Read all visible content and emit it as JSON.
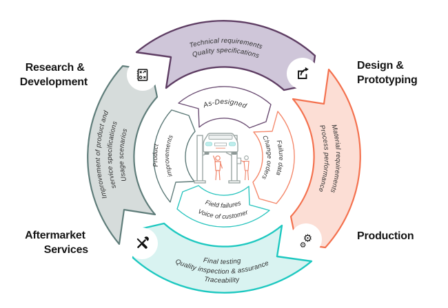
{
  "diagram_type": "closed-loop product lifecycle cycle",
  "stages": [
    {
      "name": [
        "Research &",
        "Development"
      ],
      "icon": "strategy-plan-icon"
    },
    {
      "name": [
        "Design &",
        "Prototyping"
      ],
      "icon": "share-export-icon"
    },
    {
      "name": [
        "Production"
      ],
      "icon": "gears-icon"
    },
    {
      "name": [
        "Aftermarket",
        "Services"
      ],
      "icon": "crossed-tools-icon"
    }
  ],
  "outer_arcs": [
    {
      "position": "top",
      "lines": [
        "Technical requirements",
        "Quality specifications"
      ],
      "fill": "#cfc6d9",
      "stroke": "#5e3d63"
    },
    {
      "position": "right",
      "lines": [
        "Material requirements",
        "Process performance"
      ],
      "fill": "#fcded5",
      "stroke": "#f4714e"
    },
    {
      "position": "bottom",
      "lines": [
        "Final testing",
        "Quality inspection & assurance",
        "Traceability"
      ],
      "fill": "#d9f3f1",
      "stroke": "#1ec8c0"
    },
    {
      "position": "left",
      "lines": [
        "Improvement of product and",
        "service specifications",
        "Usage scenarios"
      ],
      "fill": "#d6dcdb",
      "stroke": "#5f7d7a"
    }
  ],
  "inner_arcs": [
    {
      "position": "top",
      "lines": [
        "As-Designed"
      ],
      "stroke": "#6b4d73"
    },
    {
      "position": "right",
      "lines": [
        "Failure data",
        "Change orders"
      ],
      "stroke": "#f4886b"
    },
    {
      "position": "bottom",
      "lines": [
        "Field failures",
        "Voice of customer"
      ],
      "stroke": "#2cc5bf"
    },
    {
      "position": "left",
      "lines": [
        "Product",
        "improvements"
      ],
      "stroke": "#5d7a78"
    }
  ],
  "center_illustration": "car raised on two-post lift with two technicians",
  "colors": {
    "label_text": "#141414",
    "arc_text": "#2e2e2e",
    "illustration_outline": "#9aa5a3",
    "illustration_person": "#ef8268",
    "illustration_accent_teal": "#bfeeed"
  }
}
